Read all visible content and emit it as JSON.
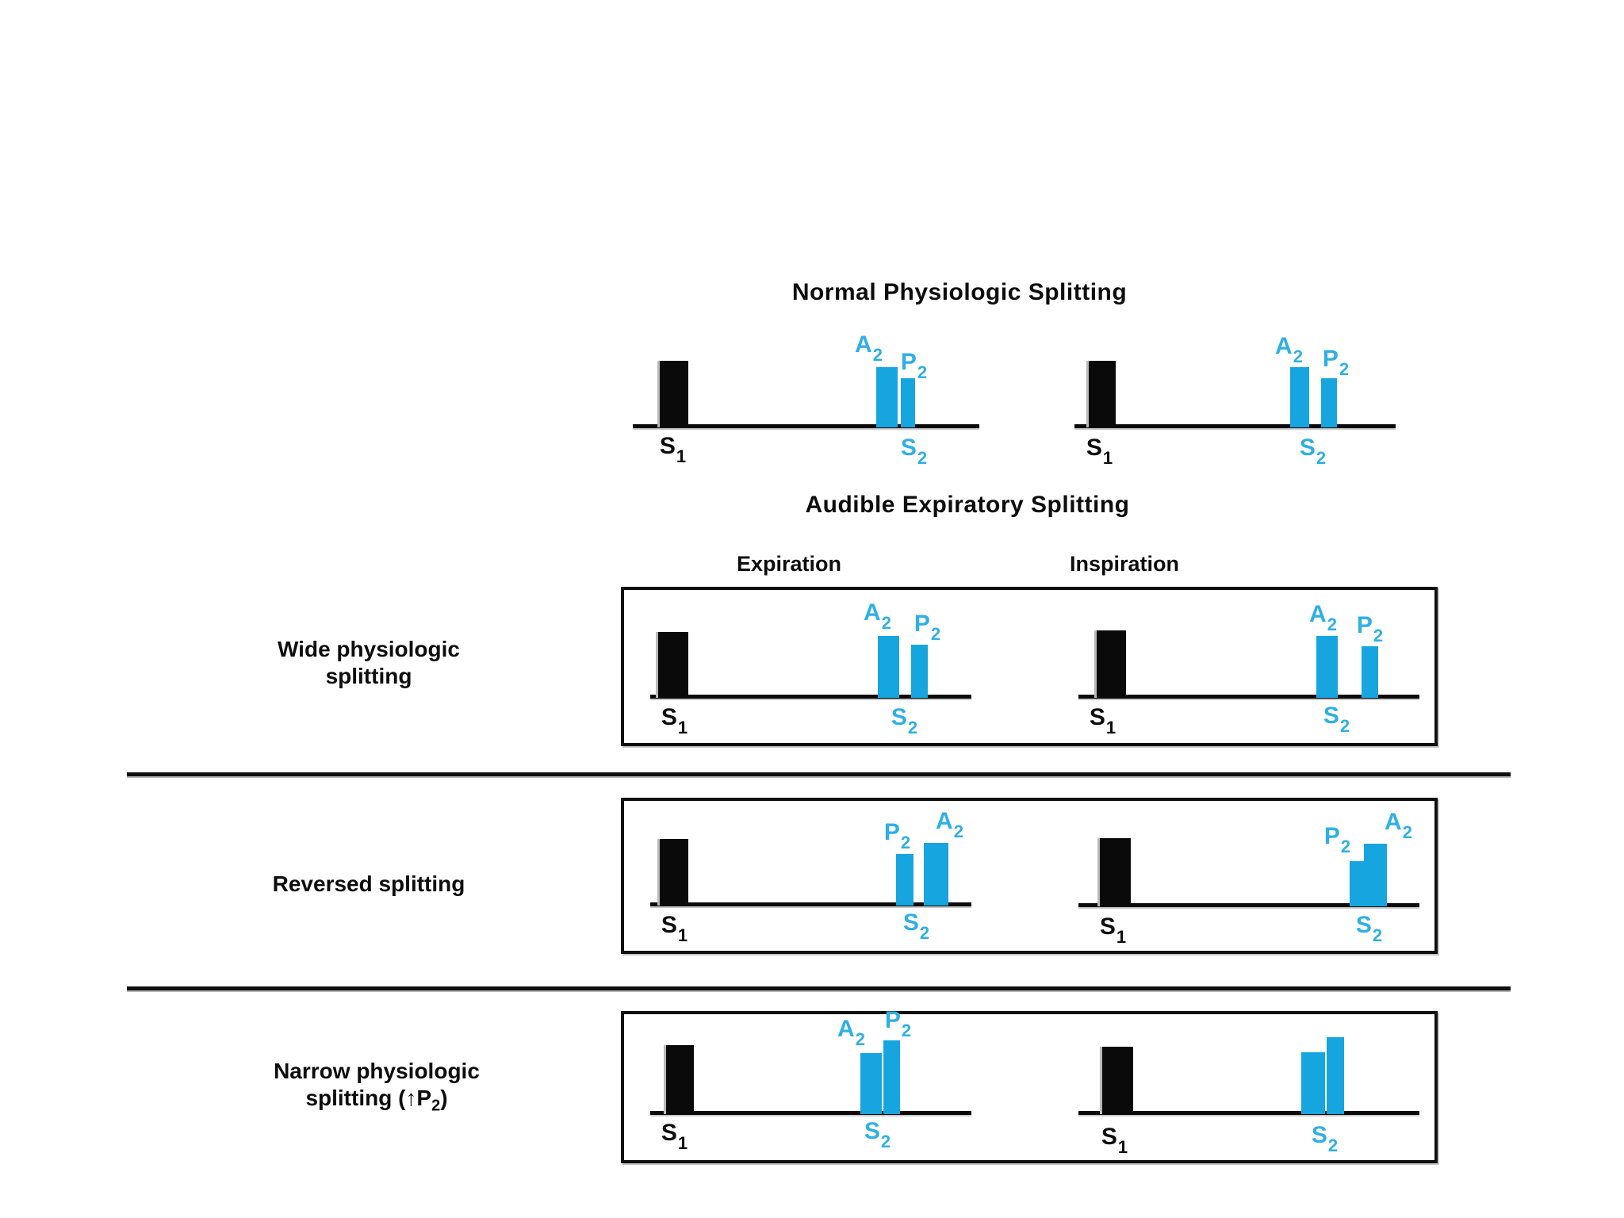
{
  "titles": {
    "normal": "Normal Physiologic Splitting",
    "audible": "Audible Expiratory Splitting"
  },
  "columns": {
    "expiration": "Expiration",
    "inspiration": "Inspiration"
  },
  "rows": [
    {
      "label_line1": "Wide physiologic",
      "label_line2": "splitting"
    },
    {
      "label_line1": "Reversed splitting",
      "label_line2": ""
    },
    {
      "label_line1": "Narrow physiologic",
      "label_line2_parts": {
        "pre": "splitting (",
        "arrow": "↑",
        "p2_base": "P",
        "p2_sub": "2",
        "post": ")"
      }
    }
  ],
  "sounds": {
    "s1": {
      "base": "S",
      "sub": "1"
    },
    "s2": {
      "base": "S",
      "sub": "2"
    },
    "a2": {
      "base": "A",
      "sub": "2"
    },
    "p2": {
      "base": "P",
      "sub": "2"
    }
  },
  "colors": {
    "s1_bar": "#0a0a0a",
    "s2_bar": "#17a5e0",
    "s2_label_text": "#2fafe6",
    "text": "#0d0d0d",
    "background": "#ffffff"
  }
}
